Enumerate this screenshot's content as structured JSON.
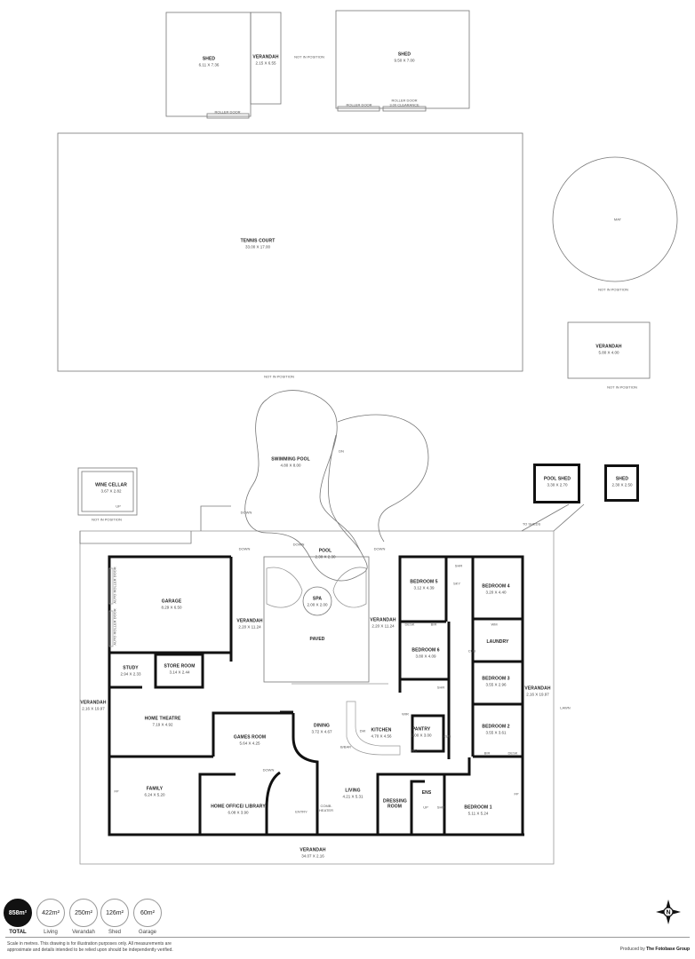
{
  "outbuildings": {
    "shed1": {
      "name": "SHED",
      "dims": "6.11 X 7.36",
      "door": "ROLLER DOOR"
    },
    "verandah_small": {
      "name": "VERANDAH",
      "dims": "2.15 X 6.55"
    },
    "not_in_position_1": "NOT IN POSITION",
    "shed2": {
      "name": "SHED",
      "dims": "9.50 X 7.00",
      "door1": "ROLLER DOOR",
      "door2_line1": "ROLLER DOOR",
      "door2_line2": "3.00 CLEARANCE"
    },
    "tennis": {
      "name": "TENNIS COURT",
      "dims": "33.00 X 17.00",
      "note": "NOT IN POSITION"
    },
    "mat": {
      "name": "MAT",
      "note": "NOT IN POSITION"
    },
    "verandah_right": {
      "name": "VERANDAH",
      "dims": "5.80 X 4.00",
      "note": "NOT IN POSITION"
    },
    "wine_cellar": {
      "name": "WINE CELLAR",
      "dims": "3.67 X 2.82",
      "up": "UP",
      "note": "NOT IN POSITION"
    },
    "pool_shed": {
      "name": "POOL SHED",
      "dims": "3.30 X 2.70"
    },
    "shed3": {
      "name": "SHED",
      "dims": "2.30 X 2.50"
    },
    "to_sheds": "TO SHEDS"
  },
  "pool_area": {
    "swimming_pool": {
      "name": "SWIMMING POOL",
      "dims": "4.80 X 8.00"
    },
    "pool": {
      "name": "POOL",
      "dims": "2.30 X 2.30"
    },
    "spa": {
      "name": "SPA",
      "dims": "2.00 X 2.00"
    },
    "paved": {
      "name": "PAVED"
    },
    "down": "DOWN",
    "dn": "DN"
  },
  "rooms": [
    {
      "name": "GARAGE",
      "dims": "8.29 X 6.50"
    },
    {
      "name": "VERANDAH",
      "dims": "2.20 X 11.24"
    },
    {
      "name": "STUDY",
      "dims": "2.94 X 2.33"
    },
    {
      "name": "STORE ROOM",
      "dims": "3.14 X 2.44"
    },
    {
      "name": "VERANDAH",
      "dims": "2.16 X 19.97"
    },
    {
      "name": "HOME THEATRE",
      "dims": "7.19 X 4.92"
    },
    {
      "name": "GAMES ROOM",
      "dims": "5.64 X 4.25"
    },
    {
      "name": "FAMILY",
      "dims": "6.24 X 5.20"
    },
    {
      "name": "HOME OFFICE/ LIBRARY",
      "dims": "6.08 X 3.90"
    },
    {
      "name": "DINING",
      "dims": "3.72 X 4.67"
    },
    {
      "name": "KITCHEN",
      "dims": "4.70 X 4.56"
    },
    {
      "name": "PANTRY",
      "dims": "2.00 X 3.00"
    },
    {
      "name": "LIVING",
      "dims": "4.21 X 5.31"
    },
    {
      "name": "VERANDAH",
      "dims": "2.20 X 11.24"
    },
    {
      "name": "BEDROOM 5",
      "dims": "3.12 X 4.39"
    },
    {
      "name": "BEDROOM 4",
      "dims": "3.20 X 4.40"
    },
    {
      "name": "LAUNDRY",
      "dims": ""
    },
    {
      "name": "BEDROOM 6",
      "dims": "3.80 X 4.09"
    },
    {
      "name": "BEDROOM 3",
      "dims": "3.55 X 2.96"
    },
    {
      "name": "VERANDAH",
      "dims": "2.16 X 19.97"
    },
    {
      "name": "BEDROOM 2",
      "dims": "3.55 X 3.61"
    },
    {
      "name": "DRESSING ROOM",
      "dims": ""
    },
    {
      "name": "ENS",
      "dims": ""
    },
    {
      "name": "BEDROOM 1",
      "dims": "5.11 X 5.24"
    },
    {
      "name": "VERANDAH",
      "dims": "34.07 X 2.16"
    }
  ],
  "fixtures": {
    "entry": "ENTRY",
    "comb_heater": "COMB. HEATER",
    "lawn": "LAWN",
    "down": "DOWN",
    "shr": "SHR",
    "wir": "WIR",
    "bir": "BIR",
    "desk": "DESK",
    "cub": "CUB",
    "wm": "WM",
    "dw": "DW",
    "bbar": "B/BAR",
    "fp": "FP",
    "wc": "WC",
    "sky": "SKY",
    "up": "UP",
    "auto_roller_door": "AUTO ROLLER DOOR"
  },
  "summary": [
    {
      "value": "858m²",
      "label": "TOTAL"
    },
    {
      "value": "422m²",
      "label": "Living"
    },
    {
      "value": "250m²",
      "label": "Verandah"
    },
    {
      "value": "126m²",
      "label": "Shed"
    },
    {
      "value": "60m²",
      "label": "Garage"
    }
  ],
  "disclaimer": "Scale in metres. This drawing is for illustration purposes only. All measurements are approximate and details intended to be relied upon should be independently verified.",
  "credit_prefix": "Produced by",
  "credit_brand": "The Fotobase Group"
}
